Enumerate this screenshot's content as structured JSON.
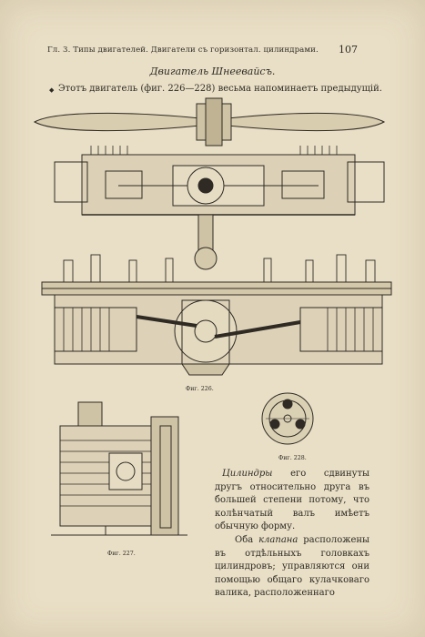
{
  "header": {
    "running_title": "Гл. 3. Типы двигателей. Двигатели съ горизонтал. цилиндрами.",
    "page_number": "107"
  },
  "section_title": "Двигатель Шнеевайсъ.",
  "intro": "Этотъ двигатель (фиг. 226—228) весьма напоминаетъ предыдущій.",
  "figures": {
    "fig226_caption": "Фиг. 226.",
    "fig227_caption": "Фиг. 227.",
    "fig228_caption": "Фиг. 228."
  },
  "body": {
    "p1_em": "Цилиндры",
    "p1_rest": " его сдвинуты другъ относительно друга въ большей степени потому, что колѣнчатый валъ имѣетъ обычную форму.",
    "p2_start": "Оба ",
    "p2_em": "клапана",
    "p2_rest": " расположены въ отдѣльныхъ головкахъ цилиндровъ; управляются они помощью общаго кулачковаго валика, расположеннаго"
  }
}
